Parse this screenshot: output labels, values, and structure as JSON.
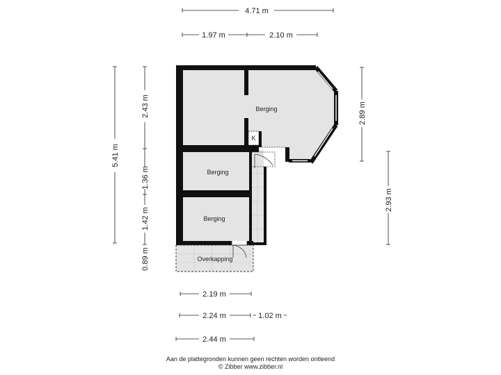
{
  "floorplan": {
    "dimensions": {
      "top_total": "4.71 m",
      "top_left": "1.97 m",
      "top_right": "2.10 m",
      "left_total": "5.41 m",
      "left_a": "2.43 m",
      "left_b": "1.36 m",
      "left_c": "1.42 m",
      "left_d": "0.89 m",
      "right_upper": "2.89 m",
      "right_lower": "2.93 m",
      "bottom_a": "2.19 m",
      "bottom_b": "2.24 m",
      "bottom_c": "1.02 m",
      "bottom_d": "2.44 m"
    },
    "rooms": {
      "berging_top": "Berging",
      "berging_mid": "Berging",
      "berging_low": "Berging",
      "overkapping": "Overkapping",
      "closet": "K"
    }
  },
  "footer": {
    "line1": "Aan de plattegronden kunnen geen rechten worden ontleend",
    "line2": "© Zibber www.zibber.nl"
  },
  "colors": {
    "wall": "#111111",
    "floor": "#e4e4e4",
    "dim_line": "#222222"
  }
}
